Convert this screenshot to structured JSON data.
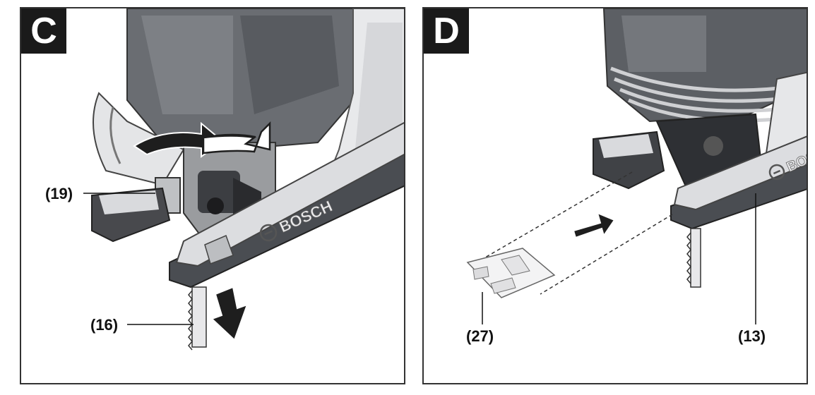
{
  "panels": [
    {
      "letter": "C",
      "brand": "BOSCH",
      "callouts": [
        "(19)",
        "(16)"
      ]
    },
    {
      "letter": "D",
      "brand": "BOSCH",
      "callouts": [
        "(27)",
        "(13)"
      ]
    }
  ],
  "colors": {
    "housing_dark": "#5c5f64",
    "housing_mid": "#8a8d91",
    "shoe_light": "#dcdde0",
    "shoe_base": "#4a4d52",
    "arrow": "#1e1e1e",
    "label_bg": "#1a1a1a"
  },
  "icons": [
    "rotate-arrows-icon",
    "down-arrow-icon",
    "insert-arrow-icon"
  ]
}
